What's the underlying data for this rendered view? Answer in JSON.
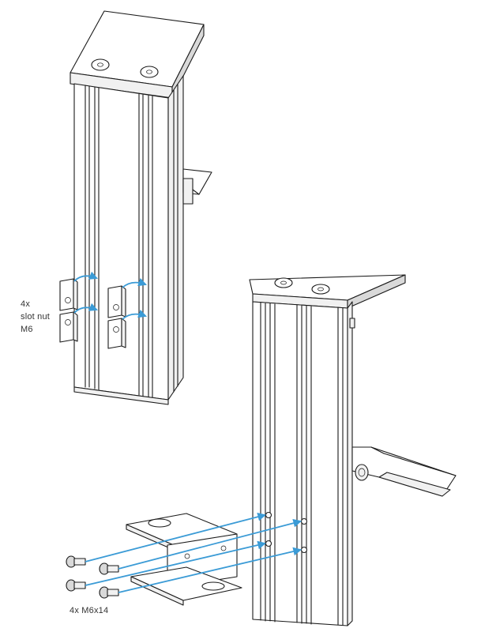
{
  "labels": {
    "slot_nut_count": "4x",
    "slot_nut_name": "slot nut",
    "slot_nut_size": "M6",
    "screw_spec": "4x M6x14"
  },
  "colors": {
    "arrow": "#3b9bd6",
    "line": "#1a1a1a",
    "text": "#333333"
  }
}
